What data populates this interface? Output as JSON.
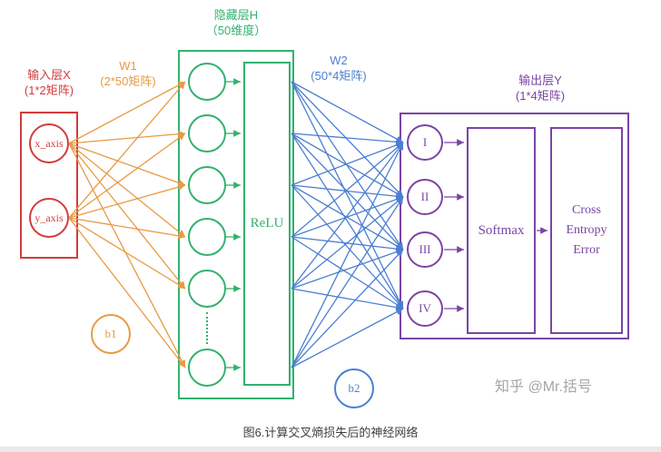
{
  "colors": {
    "red": "#d23c3c",
    "orange": "#e89a44",
    "green": "#33b16e",
    "blue": "#4b7fd1",
    "purple": "#7a44a4",
    "caption": "#404040",
    "watermark": "#a6a6a6"
  },
  "input_layer": {
    "title_line1": "输入层X",
    "title_line2": "(1*2矩阵)",
    "node1": "x_axis",
    "node2": "y_axis"
  },
  "w1": {
    "line1": "W1",
    "line2": "(2*50矩阵)"
  },
  "hidden_layer": {
    "title_line1": "隐藏层H",
    "title_line2": "（50维度）",
    "relu": "ReLU"
  },
  "w2": {
    "line1": "W2",
    "line2": "(50*4矩阵)"
  },
  "bias1": "b1",
  "bias2": "b2",
  "output_layer": {
    "title_line1": "输出层Y",
    "title_line2": "(1*4矩阵)",
    "node1": "I",
    "node2": "II",
    "node3": "III",
    "node4": "IV",
    "softmax": "Softmax",
    "ce_line1": "Cross",
    "ce_line2": "Entropy",
    "ce_line3": "Error"
  },
  "caption": "图6.计算交叉熵损失后的神经网络",
  "watermark": "知乎 @Mr.括号"
}
